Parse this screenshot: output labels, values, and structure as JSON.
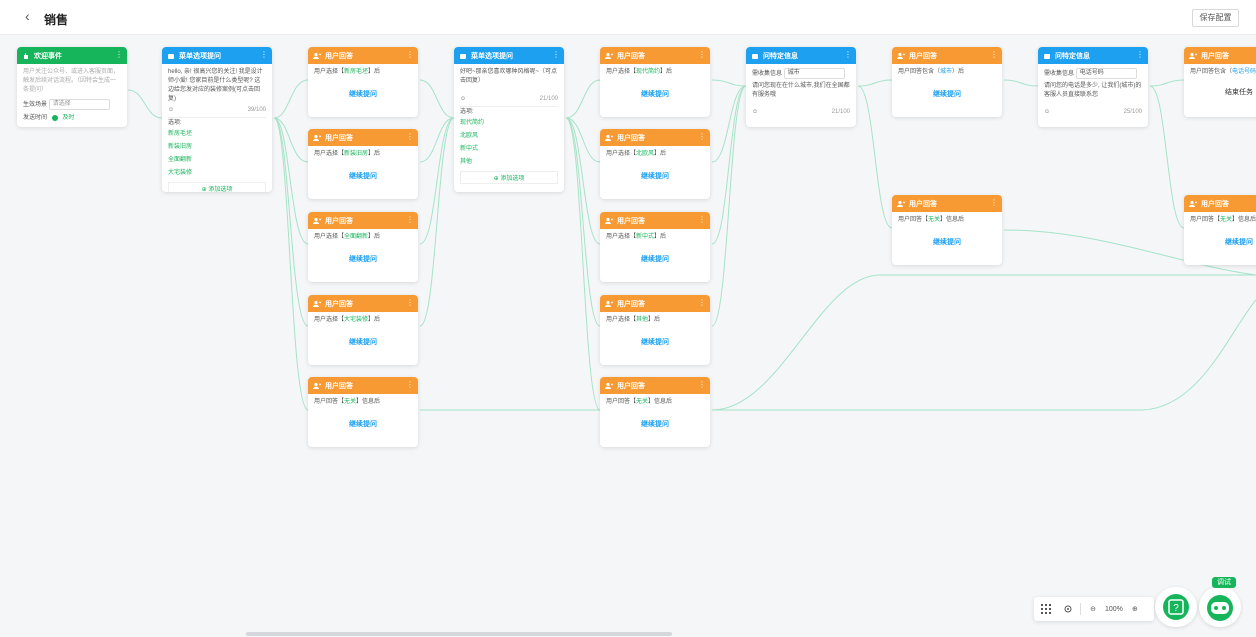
{
  "header": {
    "back_icon": "‹",
    "title": "销售",
    "save_label": "保存配置"
  },
  "labels": {
    "user_reply": "用户回答",
    "menu_q": "菜单选项提问",
    "welcome": "欢迎事件",
    "ask_info": "问特定信息",
    "continue": "继续提问",
    "add_option": "⊕ 添加选项",
    "options": "选项:",
    "count_39": "39/100",
    "count_21": "21/100",
    "count_25": "25/100"
  },
  "welcome": {
    "desc": "用户关注公众号、或进入客服页面，触发后续对话流程。（因特会生成一条提问）",
    "scene_label": "生效场景",
    "scene_placeholder": "请选择",
    "send_time_label": "发送时间",
    "send_time_value": "及时"
  },
  "menu1": {
    "text": "hello, 亲! 很高兴您的关注! 我是设计师小爱! 您家目前是什么类型呢? 这边给您发对应的装修案例(可点击回复)",
    "options": [
      "新房毛坯",
      "新装旧房",
      "全面翻新",
      "大宅装修"
    ]
  },
  "col2": [
    {
      "prefix": "用户选择【",
      "value": "新房毛坯",
      "suffix": "】后"
    },
    {
      "prefix": "用户选择【",
      "value": "新装旧房",
      "suffix": "】后"
    },
    {
      "prefix": "用户选择【",
      "value": "全面翻新",
      "suffix": "】后"
    },
    {
      "prefix": "用户选择【",
      "value": "大宅装修",
      "suffix": "】后"
    },
    {
      "prefix": "用户回答【",
      "value": "无关",
      "suffix": "】信息后"
    }
  ],
  "menu2": {
    "text": "好吧~那亲您喜欢哪种风格呢~（可点击回复）",
    "options": [
      "现代简约",
      "北欧风",
      "新中式",
      "其他"
    ]
  },
  "col4": [
    {
      "prefix": "用户选择【",
      "value": "现代简约",
      "suffix": "】后"
    },
    {
      "prefix": "用户选择【",
      "value": "北欧风",
      "suffix": "】后"
    },
    {
      "prefix": "用户选择【",
      "value": "新中式",
      "suffix": "】后"
    },
    {
      "prefix": "用户选择【",
      "value": "其他",
      "suffix": "】后"
    },
    {
      "prefix": "用户回答【",
      "value": "无关",
      "suffix": "】信息后"
    }
  ],
  "ask1": {
    "collect_label": "需收集信息",
    "collect_value": "城市",
    "text": "请问您现在在什么城市,我们在全国都有服务哦"
  },
  "col6": [
    {
      "prefix": "用户回答包含（",
      "value": "城市",
      "suffix": "）后"
    },
    {
      "prefix": "用户回答【",
      "value": "无关",
      "suffix": "】信息后"
    }
  ],
  "ask2": {
    "collect_label": "需收集信息",
    "collect_value": "电话号码",
    "text": "请问您的电话是多少, 让我们(城市)的客服人员直接联系您"
  },
  "col8": [
    {
      "prefix": "用户回答包含（",
      "value": "电话号码",
      "suffix": "",
      "end": "结束任务"
    },
    {
      "prefix": "用户回答【",
      "value": "无关",
      "suffix": "】信息后"
    }
  ],
  "toolbar": {
    "grid_icon": "grid-icon",
    "locate_icon": "locate-icon",
    "zoom": "100%"
  },
  "debug_label": "调试",
  "colors": {
    "green": "#16b45b",
    "blue": "#1ea0f0",
    "orange": "#f79a33",
    "edge": "#9ee0c0"
  }
}
